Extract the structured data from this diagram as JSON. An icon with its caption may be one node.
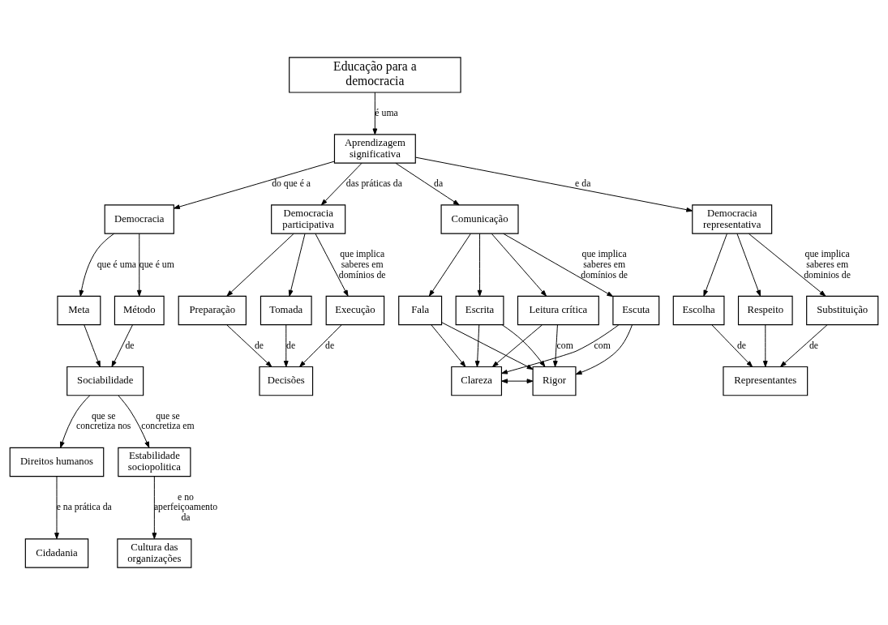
{
  "diagram": {
    "nodes": [
      {
        "text": [
          "Educação para a democracia"
        ]
      },
      {
        "text": [
          "Democracia"
        ]
      },
      {
        "text": [
          "Aprendizagem significativa"
        ]
      },
      {
        "text": [
          "Meta"
        ]
      },
      {
        "text": [
          "Método"
        ]
      },
      {
        "text": [
          "Democracia participativa"
        ]
      },
      {
        "text": [
          "Comunicação"
        ]
      },
      {
        "text": [
          "Democracia representativa"
        ]
      },
      {
        "text": [
          "Sociabilidade"
        ]
      },
      {
        "text": [
          "Preparação"
        ]
      },
      {
        "text": [
          "Tomada"
        ]
      },
      {
        "text": [
          "Execução"
        ]
      },
      {
        "text": [
          "Leitura crítica"
        ]
      },
      {
        "text": [
          "Escrita"
        ]
      },
      {
        "text": [
          "Fala"
        ]
      },
      {
        "text": [
          "Escuta"
        ]
      },
      {
        "text": [
          "Escolha"
        ]
      },
      {
        "text": [
          "Respeito"
        ]
      },
      {
        "text": [
          "Substituição"
        ]
      },
      {
        "text": [
          "Direitos humanos"
        ]
      },
      {
        "text": [
          "Estabilidade sociopolitica"
        ]
      },
      {
        "text": [
          "Decisões"
        ]
      },
      {
        "text": [
          "Rigor"
        ]
      },
      {
        "text": [
          "Clareza"
        ]
      },
      {
        "text": [
          "Representantes"
        ]
      },
      {
        "text": [
          "Cidadania"
        ]
      },
      {
        "text": [
          "Cultura das organizações"
        ]
      }
    ],
    "edges": [
      {
        "from": 0,
        "to": 2,
        "arrow": "to",
        "label": "é uma"
      },
      {
        "from": 2,
        "to": 1,
        "arrow": "to",
        "label": "do que é a"
      },
      {
        "from": 1,
        "to": 3,
        "arrow": "to",
        "label": "que é uma"
      },
      {
        "from": 1,
        "to": 4,
        "arrow": "to",
        "label": "que é um"
      },
      {
        "from": 2,
        "to": 5,
        "arrow": "to",
        "label": "das práticas da"
      },
      {
        "from": 2,
        "to": 6,
        "arrow": "to",
        "label": "da"
      },
      {
        "from": 2,
        "to": 7,
        "arrow": "to",
        "label": "e da"
      },
      {
        "from": 3,
        "to": 8,
        "arrow": "to"
      },
      {
        "from": 4,
        "to": 8,
        "arrow": "to",
        "label": "de"
      },
      {
        "from": 8,
        "to": 19,
        "arrow": "to",
        "label": "que se concretiza nos"
      },
      {
        "from": 8,
        "to": 20,
        "arrow": "to",
        "label": "que se concretiza em"
      },
      {
        "from": 19,
        "to": 25,
        "arrow": "to",
        "label": "e na prática da"
      },
      {
        "from": 20,
        "to": 26,
        "arrow": "to",
        "label": "e no aperfeiçoamento da"
      },
      {
        "from": 5,
        "to": 9,
        "arrow": "to"
      },
      {
        "from": 5,
        "to": 10,
        "arrow": "to"
      },
      {
        "from": 5,
        "to": 11,
        "arrow": "to",
        "label": "que implica saberes em domínios de"
      },
      {
        "from": 9,
        "to": 21,
        "arrow": "to",
        "label": "de"
      },
      {
        "from": 10,
        "to": 21,
        "arrow": "to",
        "label": "de"
      },
      {
        "from": 11,
        "to": 21,
        "arrow": "to",
        "label": "de"
      },
      {
        "from": 6,
        "to": 12,
        "arrow": "to"
      },
      {
        "from": 6,
        "to": 13,
        "arrow": "to"
      },
      {
        "from": 6,
        "to": 14,
        "arrow": "to"
      },
      {
        "from": 6,
        "to": 15,
        "arrow": "to",
        "label": "que implica saberes em domínios de"
      },
      {
        "from": 12,
        "to": 22,
        "arrow": "to",
        "label": "com"
      },
      {
        "from": 12,
        "to": 23,
        "arrow": "to"
      },
      {
        "from": 13,
        "to": 22,
        "arrow": "to"
      },
      {
        "from": 13,
        "to": 23,
        "arrow": "to"
      },
      {
        "from": 14,
        "to": 22,
        "arrow": "to"
      },
      {
        "from": 14,
        "to": 23,
        "arrow": "to"
      },
      {
        "from": 15,
        "to": 22,
        "arrow": "to"
      },
      {
        "from": 15,
        "to": 23,
        "arrow": "to",
        "label": "com"
      },
      {
        "from": 22,
        "to": 23,
        "arrow": "both"
      },
      {
        "from": 7,
        "to": 16,
        "arrow": "to"
      },
      {
        "from": 7,
        "to": 17,
        "arrow": "to"
      },
      {
        "from": 7,
        "to": 18,
        "arrow": "to",
        "label": "que implica saberes em dominios de"
      },
      {
        "from": 16,
        "to": 24,
        "arrow": "to",
        "label": "de"
      },
      {
        "from": 17,
        "to": 24,
        "arrow": "to"
      },
      {
        "from": 18,
        "to": 24,
        "arrow": "to",
        "label": "de"
      }
    ]
  }
}
